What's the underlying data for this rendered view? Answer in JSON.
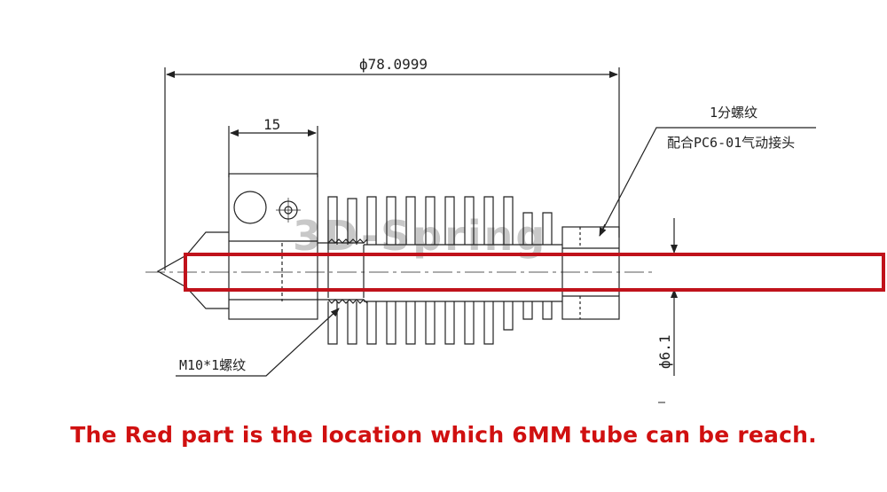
{
  "diagram": {
    "overall_length_label": "ф78.0999",
    "block_width_label": "15",
    "thread_note_1": "1分螺纹",
    "thread_note_2": "配合PC6-01气动接头",
    "inlet_thread_label": "M10*1螺纹",
    "tube_diameter_label": "ф6.1",
    "watermark": "3D-Spring",
    "highlight_color": "#c0121b",
    "line_color": "#222222"
  },
  "caption": {
    "text": "The Red part is the location which 6MM tube can be reach.",
    "color": "#d01010"
  }
}
